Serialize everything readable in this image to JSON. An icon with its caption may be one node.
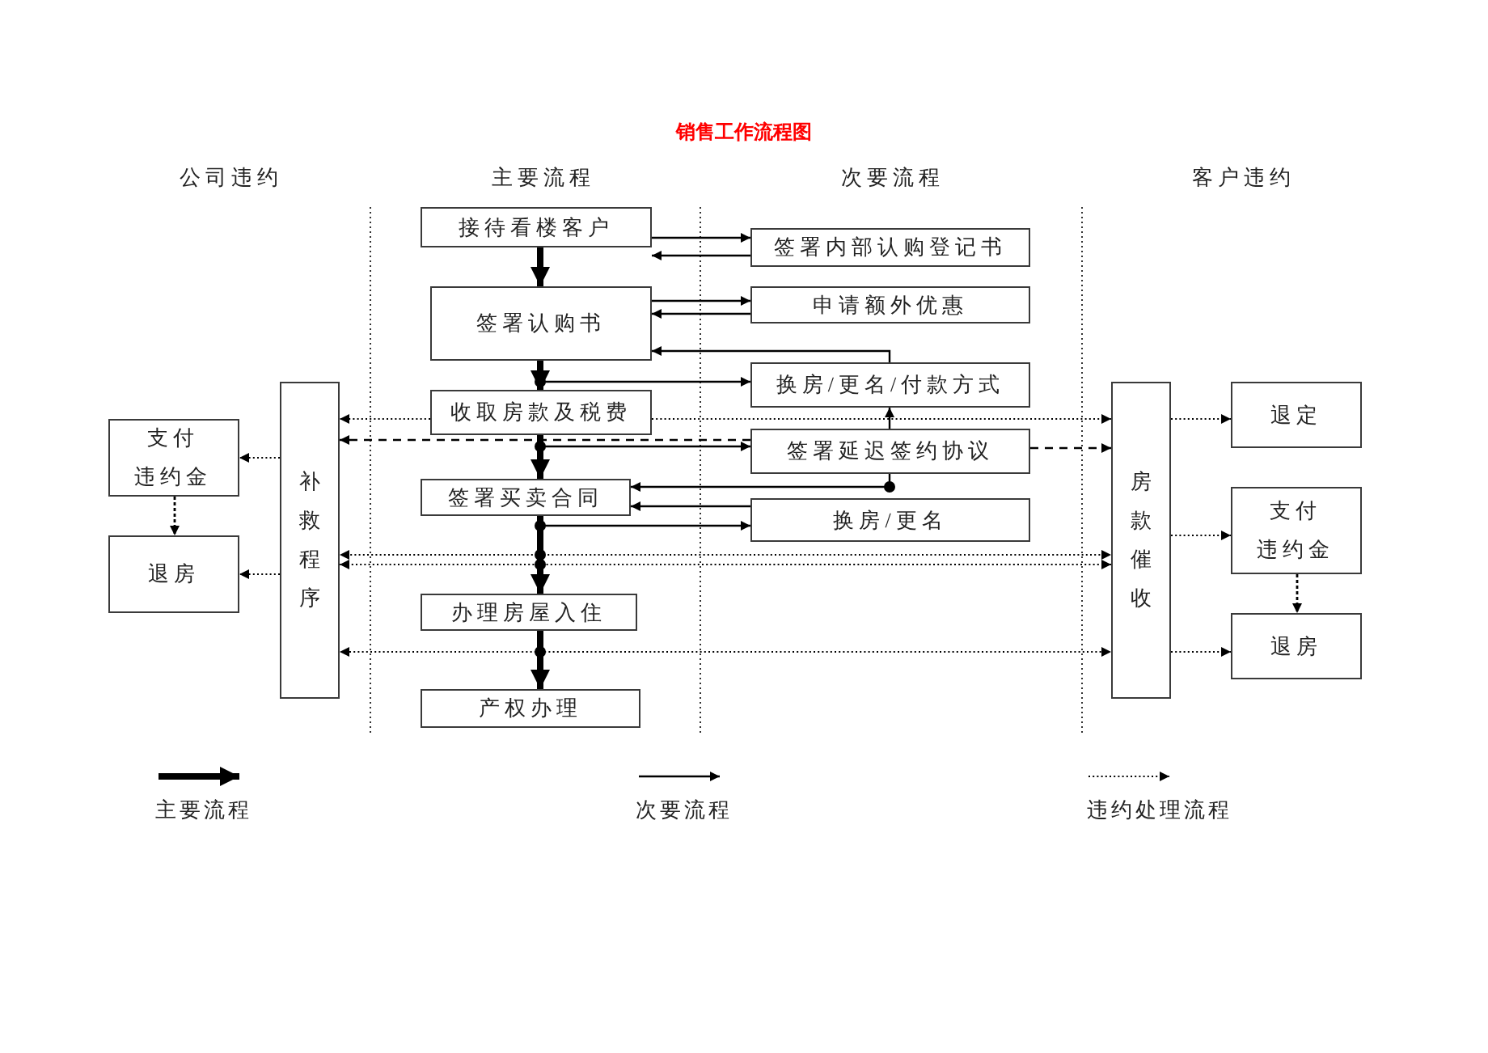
{
  "diagram": {
    "title": "销售工作流程图",
    "nodes": [
      {
        "text": [
          "接待看楼客户"
        ]
      },
      {
        "text": [
          "签署内部认购登记书"
        ]
      },
      {
        "text": [
          "签署认购书"
        ]
      },
      {
        "text": [
          "申请额外优惠"
        ]
      },
      {
        "text": [
          "换房/更名/付款方式"
        ]
      },
      {
        "text": [
          "收取房款及税费"
        ]
      },
      {
        "text": [
          "签署延迟签约协议"
        ]
      },
      {
        "text": [
          "签署买卖合同"
        ]
      },
      {
        "text": [
          "换房/更名"
        ]
      },
      {
        "text": [
          "办理房屋入住"
        ]
      },
      {
        "text": [
          "产权办理"
        ]
      },
      {
        "text": [
          "补救程序"
        ]
      },
      {
        "text": [
          "支付违约金"
        ]
      },
      {
        "text": [
          "退房"
        ]
      },
      {
        "text": [
          "房款催收"
        ]
      },
      {
        "text": [
          "退定"
        ]
      },
      {
        "text": [
          "支付违约金"
        ]
      },
      {
        "text": [
          "退房"
        ]
      }
    ],
    "edges": [
      {
        "from": 0,
        "to": 2,
        "arrow": "to",
        "style": "thick"
      },
      {
        "from": 2,
        "to": 5,
        "arrow": "to",
        "style": "thick"
      },
      {
        "from": 5,
        "to": 7,
        "arrow": "to",
        "style": "thick"
      },
      {
        "from": 7,
        "to": 9,
        "arrow": "to",
        "style": "thick"
      },
      {
        "from": 9,
        "to": 10,
        "arrow": "to",
        "style": "thick"
      },
      {
        "from": 0,
        "to": 1,
        "arrow": "to"
      },
      {
        "from": 1,
        "to": 0,
        "arrow": "to"
      },
      {
        "from": 2,
        "to": 3,
        "arrow": "to"
      },
      {
        "from": 3,
        "to": 2,
        "arrow": "to"
      },
      {
        "from": 4,
        "to": 2,
        "arrow": "to"
      },
      {
        "from": 2,
        "to": 4,
        "arrow": "to"
      },
      {
        "from": 5,
        "to": 6,
        "arrow": "to"
      },
      {
        "from": 6,
        "to": 4,
        "arrow": "to"
      },
      {
        "from": 6,
        "to": 7,
        "arrow": "to"
      },
      {
        "from": 8,
        "to": 7,
        "arrow": "to"
      },
      {
        "from": 7,
        "to": 8,
        "arrow": "to"
      },
      {
        "from": 6,
        "to": 11,
        "arrow": "to",
        "style": "dashed"
      },
      {
        "from": 6,
        "to": 14,
        "arrow": "to",
        "style": "dashed"
      },
      {
        "from": 5,
        "to": 11,
        "arrow": "to",
        "style": "dashed"
      },
      {
        "from": 5,
        "to": 14,
        "arrow": "to",
        "style": "dashed"
      },
      {
        "from": 7,
        "to": 11,
        "arrow": "to",
        "style": "dashed"
      },
      {
        "from": 7,
        "to": 14,
        "arrow": "to",
        "style": "dashed"
      },
      {
        "from": 7,
        "to": 11,
        "arrow": "to",
        "style": "dashed"
      },
      {
        "from": 7,
        "to": 14,
        "arrow": "to",
        "style": "dashed"
      },
      {
        "from": 9,
        "to": 11,
        "arrow": "to",
        "style": "dashed"
      },
      {
        "from": 9,
        "to": 14,
        "arrow": "to",
        "style": "dashed"
      },
      {
        "from": 11,
        "to": 12,
        "arrow": "to",
        "style": "dashed"
      },
      {
        "from": 11,
        "to": 13,
        "arrow": "to",
        "style": "dashed"
      },
      {
        "from": 12,
        "to": 13,
        "arrow": "to",
        "style": "dashed"
      },
      {
        "from": 14,
        "to": 15,
        "arrow": "to",
        "style": "dashed"
      },
      {
        "from": 14,
        "to": 16,
        "arrow": "to",
        "style": "dashed"
      },
      {
        "from": 14,
        "to": 17,
        "arrow": "to",
        "style": "dashed"
      },
      {
        "from": 16,
        "to": 17,
        "arrow": "to",
        "style": "dashed"
      }
    ],
    "labels": [
      "公司违约",
      "主要流程",
      "次要流程",
      "客户违约"
    ],
    "legend": [
      {
        "text": "主要流程"
      },
      {
        "text": "次要流程"
      },
      {
        "text": "违约处理流程"
      }
    ]
  }
}
